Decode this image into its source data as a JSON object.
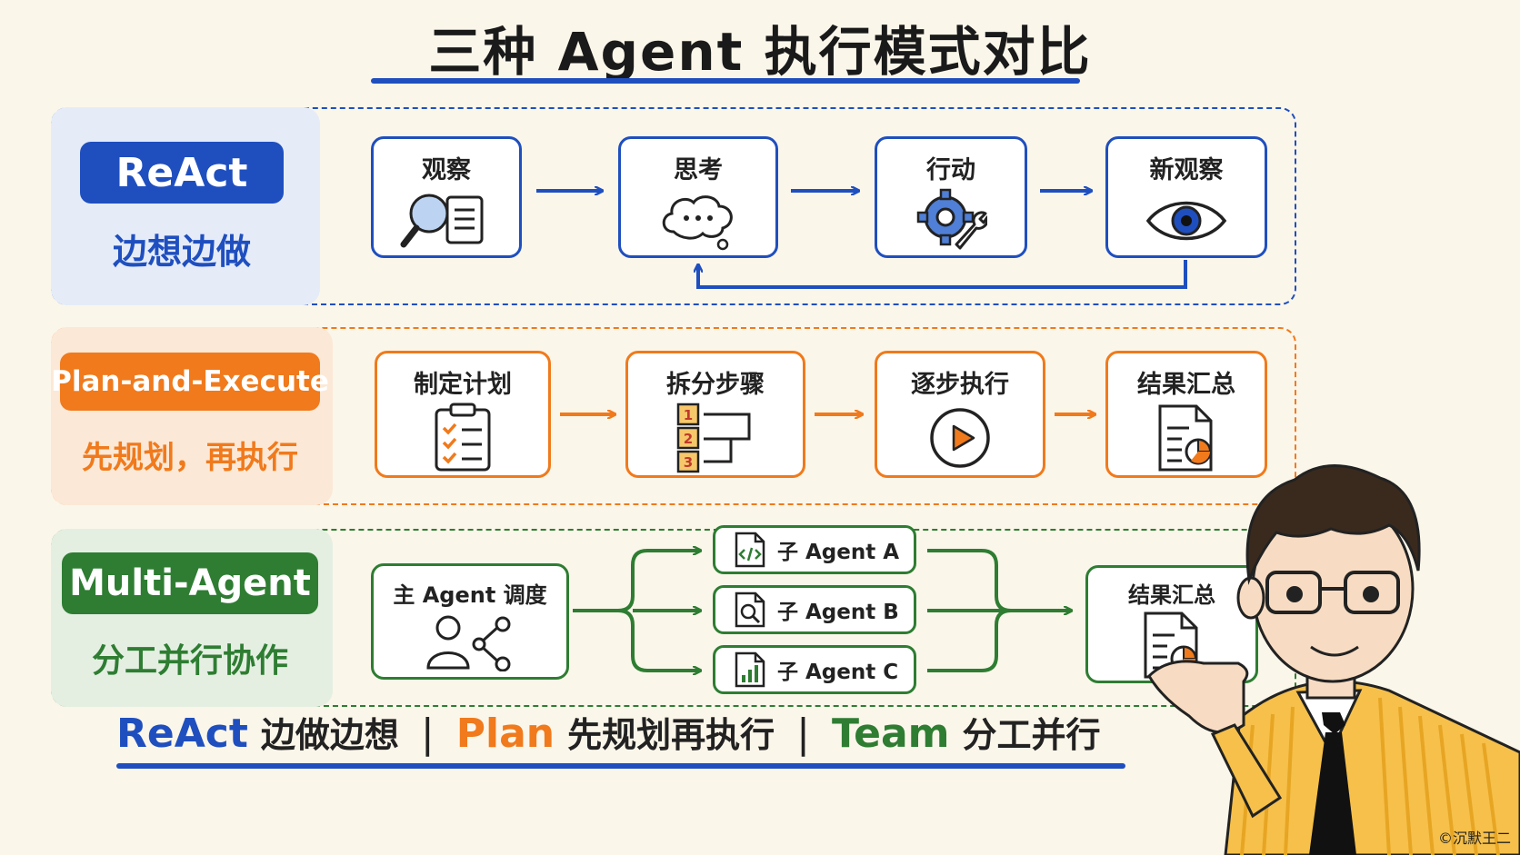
{
  "title": "三种 Agent 执行模式对比",
  "colors": {
    "react": "#1f4fbf",
    "react_panel": "#e5ecf8",
    "plan": "#f07a1c",
    "plan_panel": "#fce8d6",
    "multi": "#2e7d32",
    "multi_panel": "#e4efe2",
    "background": "#fbf6ea"
  },
  "react": {
    "name": "ReAct",
    "subtitle": "边想边做",
    "steps": [
      {
        "label": "观察",
        "icon": "magnifier-document-icon"
      },
      {
        "label": "思考",
        "icon": "thought-cloud-icon"
      },
      {
        "label": "行动",
        "icon": "gear-wrench-icon"
      },
      {
        "label": "新观察",
        "icon": "eye-icon"
      }
    ]
  },
  "plan": {
    "name": "Plan-and-Execute",
    "subtitle": "先规划，再执行",
    "steps": [
      {
        "label": "制定计划",
        "icon": "checklist-icon"
      },
      {
        "label": "拆分步骤",
        "icon": "numbered-steps-icon",
        "numbers": [
          "1",
          "2",
          "3"
        ]
      },
      {
        "label": "逐步执行",
        "icon": "play-circle-icon"
      },
      {
        "label": "结果汇总",
        "icon": "report-chart-icon"
      }
    ]
  },
  "multi": {
    "name": "Multi-Agent",
    "subtitle": "分工并行协作",
    "main": {
      "label": "主 Agent 调度",
      "icon": "user-network-icon"
    },
    "subs": [
      {
        "label": "子 Agent A",
        "icon": "code-file-icon"
      },
      {
        "label": "子 Agent B",
        "icon": "search-file-icon"
      },
      {
        "label": "子 Agent C",
        "icon": "bar-chart-file-icon"
      }
    ],
    "result": {
      "label": "结果汇总",
      "icon": "report-chart-icon"
    }
  },
  "footer": {
    "react_en": "ReAct",
    "react_cn": "边做边想",
    "separator": "|",
    "plan_en": "Plan",
    "plan_cn": "先规划再执行",
    "team_en": "Team",
    "team_cn": "分工并行"
  },
  "watermark": "©沉默王二"
}
